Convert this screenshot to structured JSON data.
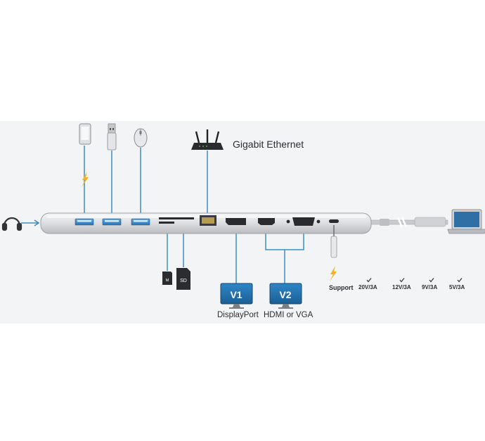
{
  "ethernet_label": "Gigabit Ethernet",
  "monitors": [
    {
      "badge": "V1",
      "caption": "DisplayPort"
    },
    {
      "badge": "V2",
      "caption": "HDMI or VGA"
    }
  ],
  "power": {
    "support_label": "Support",
    "options": [
      "20V/3A",
      "12V/3A",
      "9V/3A",
      "5V/3A"
    ]
  },
  "card_slots": {
    "micro_sd": "M",
    "sd": "SD"
  },
  "colors": {
    "line": "#3b8ec4",
    "dock": "#d9dadc",
    "monitor": "#1f6fa8",
    "bolt": "#f2b418",
    "text": "#2b2d33"
  },
  "icons": [
    "headphones-icon",
    "smartphone-icon",
    "usb-drive-icon",
    "mouse-icon",
    "router-icon",
    "laptop-icon",
    "micro-sd-card-icon",
    "sd-card-icon",
    "monitor-icon",
    "lightning-bolt-icon",
    "check-icon"
  ]
}
